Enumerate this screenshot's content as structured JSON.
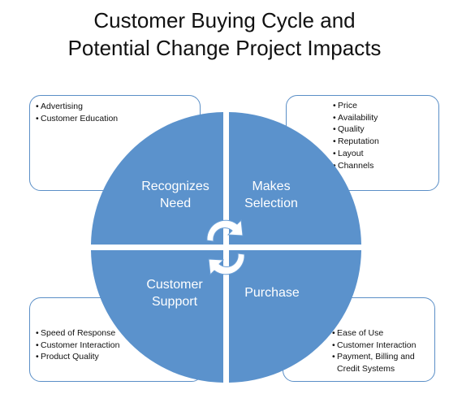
{
  "title": {
    "line1": "Customer Buying Cycle and",
    "line2": "Potential Change Project Impacts"
  },
  "colors": {
    "quadrant_fill": "#5b92cc",
    "quadrant_gap": "#ffffff",
    "box_border": "#5b8fc7",
    "cycle_arrow_fill": "#ffffff",
    "cycle_arrow_stroke": "#6b9fd6"
  },
  "quadrants": {
    "top_left": {
      "line1": "Recognizes",
      "line2": "Need"
    },
    "top_right": {
      "line1": "Makes",
      "line2": "Selection"
    },
    "bottom_left": {
      "line1": "Customer",
      "line2": "Support"
    },
    "bottom_right": {
      "line1": "Purchase"
    }
  },
  "boxes": {
    "top_left": {
      "items": [
        "Advertising",
        "Customer Education"
      ]
    },
    "top_right": {
      "items": [
        "Price",
        "Availability",
        "Quality",
        "Reputation",
        "Layout",
        "Channels"
      ]
    },
    "bottom_left": {
      "items": [
        "Speed of Response",
        "Customer Interaction",
        "Product Quality"
      ]
    },
    "bottom_right": {
      "items": [
        "Ease of Use",
        "Customer Interaction",
        "Payment, Billing and Credit Systems"
      ]
    }
  },
  "center_icon": "circular-arrows-icon"
}
